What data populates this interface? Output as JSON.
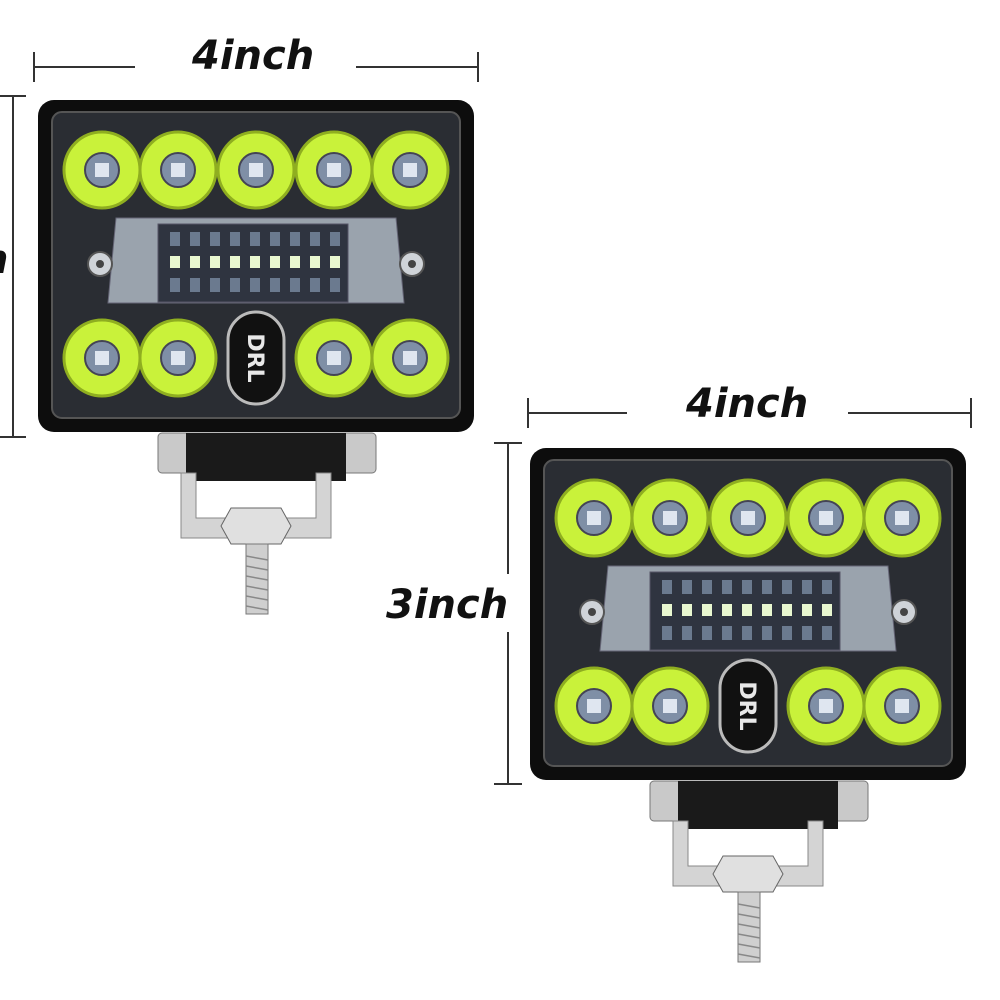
{
  "dimensions": {
    "top_light": {
      "width_label": "4inch",
      "height_label_cropped": "h"
    },
    "bottom_light": {
      "width_label": "4inch",
      "height_label": "3inch"
    }
  },
  "product": {
    "led_color": "#c9f23a",
    "housing_color": "#0d0d0d",
    "chip_color": "#7f8fa6",
    "badge_text": "DRL",
    "round_led_count": 9,
    "strip_led_count": 9
  }
}
